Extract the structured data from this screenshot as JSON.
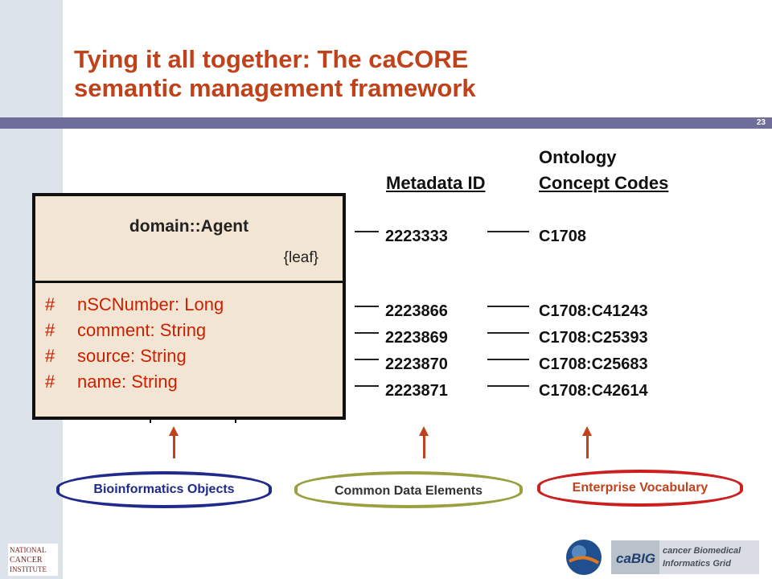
{
  "slide": {
    "number": "23",
    "title_line1": "Tying it all together: The caCORE",
    "title_line2": "semantic management framework"
  },
  "columns": {
    "metadata_header": "Metadata ID",
    "ontology_header_line1": "Ontology",
    "ontology_header_line2": "Concept Codes"
  },
  "uml_class": {
    "name": "domain::Agent",
    "stereotype": "{leaf}",
    "attributes": [
      {
        "visibility": "#",
        "text": "nSCNumber:  Long"
      },
      {
        "visibility": "#",
        "text": "comment:  String"
      },
      {
        "visibility": "#",
        "text": "source:  String"
      },
      {
        "visibility": "#",
        "text": "name:  String"
      }
    ]
  },
  "rows": [
    {
      "metadata_id": "2223333",
      "concept_code": "C1708"
    },
    {
      "metadata_id": "2223866",
      "concept_code": "C1708:C41243"
    },
    {
      "metadata_id": "2223869",
      "concept_code": "C1708:C25393"
    },
    {
      "metadata_id": "2223870",
      "concept_code": "C1708:C25683"
    },
    {
      "metadata_id": "2223871",
      "concept_code": "C1708:C42614"
    }
  ],
  "repositories": [
    {
      "label": "Bioinformatics Objects",
      "color": "#1f2a8a"
    },
    {
      "label": "Common Data Elements",
      "color": "#9aa040"
    },
    {
      "label": "Enterprise Vocabulary",
      "color": "#cc1f1f"
    }
  ],
  "logos": {
    "nci_line1": "NATIONAL",
    "nci_line2": "CANCER",
    "nci_line3": "INSTITUTE",
    "cabig_mark": "caBIG",
    "cabig_line1": "cancer Biomedical",
    "cabig_line2": "Informatics Grid"
  },
  "colors": {
    "title": "#c0421a",
    "band": "#6f6d99",
    "arrow": "#c0421a"
  }
}
